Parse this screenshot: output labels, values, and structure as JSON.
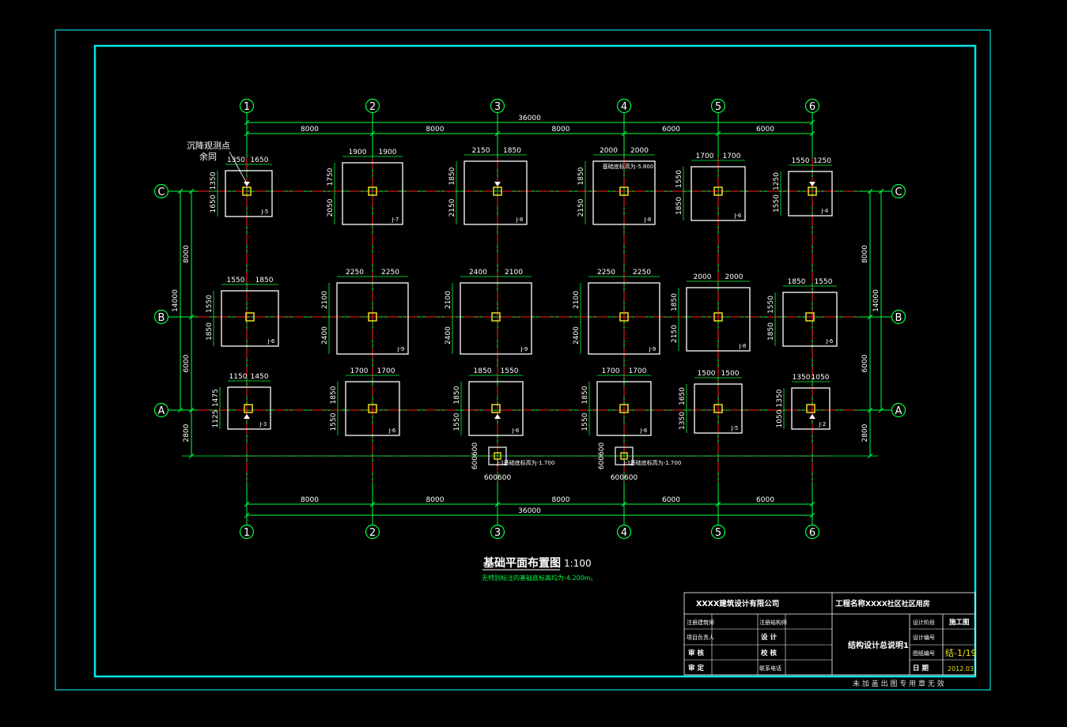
{
  "axes": {
    "numbered": [
      "1",
      "2",
      "3",
      "4",
      "5",
      "6"
    ],
    "lettered": [
      "C",
      "B",
      "A"
    ]
  },
  "dims_top_spans": [
    "8000",
    "8000",
    "8000",
    "6000",
    "6000"
  ],
  "dims_total": "36000",
  "dims_side_total": "14000",
  "dims_side_spans": [
    "8000",
    "6000"
  ],
  "dims_side_extra": "2800",
  "settlement_note": [
    "沉降观测点",
    "余同"
  ],
  "foundations": [
    {
      "label": "J-5",
      "top": [
        "1350",
        "1650"
      ],
      "side": [
        "1350",
        "1650"
      ]
    },
    {
      "label": "J-7",
      "top": [
        "1900",
        "1900"
      ],
      "side": [
        "1750",
        "2050"
      ]
    },
    {
      "label": "J-8",
      "top": [
        "2150",
        "1850"
      ],
      "side": [
        "1850",
        "2150"
      ]
    },
    {
      "label": "J-8",
      "top": [
        "2000",
        "2000"
      ],
      "side": [
        "1850",
        "2150"
      ],
      "note": "基础底标高为-5.800"
    },
    {
      "label": "J-6",
      "top": [
        "1700",
        "1700"
      ],
      "side": [
        "1550",
        "1850"
      ]
    },
    {
      "label": "J-4",
      "top": [
        "1550",
        "1250"
      ],
      "side": [
        "1250",
        "1550"
      ]
    },
    {
      "label": "J-6",
      "top": [
        "1550",
        "1850"
      ],
      "side": [
        "1550",
        "1850"
      ]
    },
    {
      "label": "J-9",
      "top": [
        "2250",
        "2250"
      ],
      "side": [
        "2100",
        "2400"
      ]
    },
    {
      "label": "J-9",
      "top": [
        "2400",
        "2100"
      ],
      "side": [
        "2100",
        "2400"
      ]
    },
    {
      "label": "J-9",
      "top": [
        "2250",
        "2250"
      ],
      "side": [
        "2100",
        "2400"
      ]
    },
    {
      "label": "J-8",
      "top": [
        "2000",
        "2000"
      ],
      "side": [
        "1850",
        "2150"
      ]
    },
    {
      "label": "J-6",
      "top": [
        "1850",
        "1550"
      ],
      "side": [
        "1550",
        "1850"
      ]
    },
    {
      "label": "J-3",
      "top": [
        "1150",
        "1450"
      ],
      "side": [
        "1475",
        "1125"
      ]
    },
    {
      "label": "J-6",
      "top": [
        "1700",
        "1700"
      ],
      "side": [
        "1850",
        "1550"
      ]
    },
    {
      "label": "J-6",
      "top": [
        "1850",
        "1550"
      ],
      "side": [
        "1850",
        "1550"
      ]
    },
    {
      "label": "J-6",
      "top": [
        "1700",
        "1700"
      ],
      "side": [
        "1850",
        "1550"
      ]
    },
    {
      "label": "J-5",
      "top": [
        "1500",
        "1500"
      ],
      "side": [
        "1650",
        "1350"
      ]
    },
    {
      "label": "J-2",
      "top": [
        "1350",
        "1050"
      ],
      "side": [
        "1350",
        "1050"
      ]
    }
  ],
  "small_foundations": [
    {
      "label": "J-1",
      "dims": [
        "600",
        "600"
      ],
      "note": "基础底标高为-1.700"
    },
    {
      "label": "J-1",
      "dims": [
        "600",
        "600"
      ],
      "note": "基础底标高为-1.700"
    }
  ],
  "drawing_title": "基础平面布置图",
  "drawing_scale": "1:100",
  "drawing_note": "无特别标注的基础底标高均为-4.200m。",
  "title_block": {
    "company": "XXXX建筑设计有限公司",
    "project_label": "工程名称",
    "project_name": "XXXX社区社区用房",
    "left_labels": [
      "注册建筑师",
      "项目负责人",
      "审  核",
      "审  定"
    ],
    "mid_labels": [
      "注册结构师",
      "设  计",
      "校  核",
      "联系电话"
    ],
    "sheet_title": "结构设计总说明1",
    "right_labels": [
      "设计阶段",
      "设计编号",
      "图纸编号",
      "日  期"
    ],
    "stage": "施工图",
    "design_no": "",
    "sheet_no": "结-1/19",
    "date": "2012.03"
  },
  "stamp_note": "未 加 盖 出 图 专 用 章 无 效",
  "colors": {
    "frame": "#00e0e0",
    "dim": "#00ff40",
    "axis": "#ff2020",
    "found": "#ffffff",
    "column": "#f0e020"
  }
}
